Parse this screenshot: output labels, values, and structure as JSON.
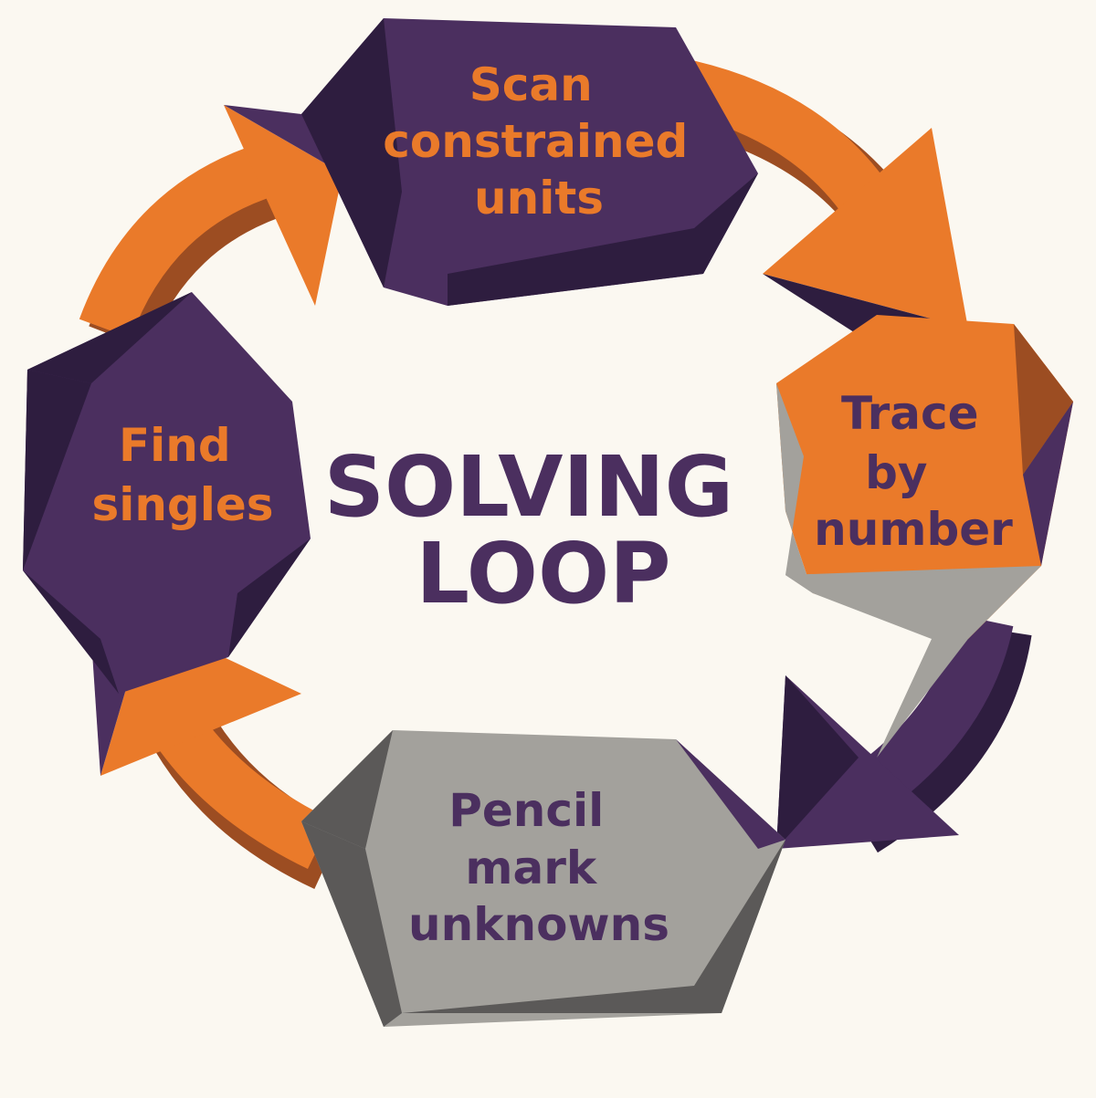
{
  "title": {
    "line1": "SOLVING",
    "line2": "LOOP"
  },
  "steps": [
    {
      "id": "scan",
      "lines": [
        "Scan",
        "constrained",
        "units"
      ]
    },
    {
      "id": "trace",
      "lines": [
        "Trace",
        "by",
        "number"
      ]
    },
    {
      "id": "pencil",
      "lines": [
        "Pencil",
        "mark",
        "unknowns"
      ]
    },
    {
      "id": "find",
      "lines": [
        "Find",
        "singles"
      ]
    }
  ],
  "colors": {
    "background": "#fbf8f1",
    "purple": "#4b2f5f",
    "purple_dark": "#2e1d3f",
    "orange": "#ea7a2a",
    "orange_dark": "#9c4d22",
    "gray": "#a3a19c",
    "gray_dark": "#5b5958"
  }
}
